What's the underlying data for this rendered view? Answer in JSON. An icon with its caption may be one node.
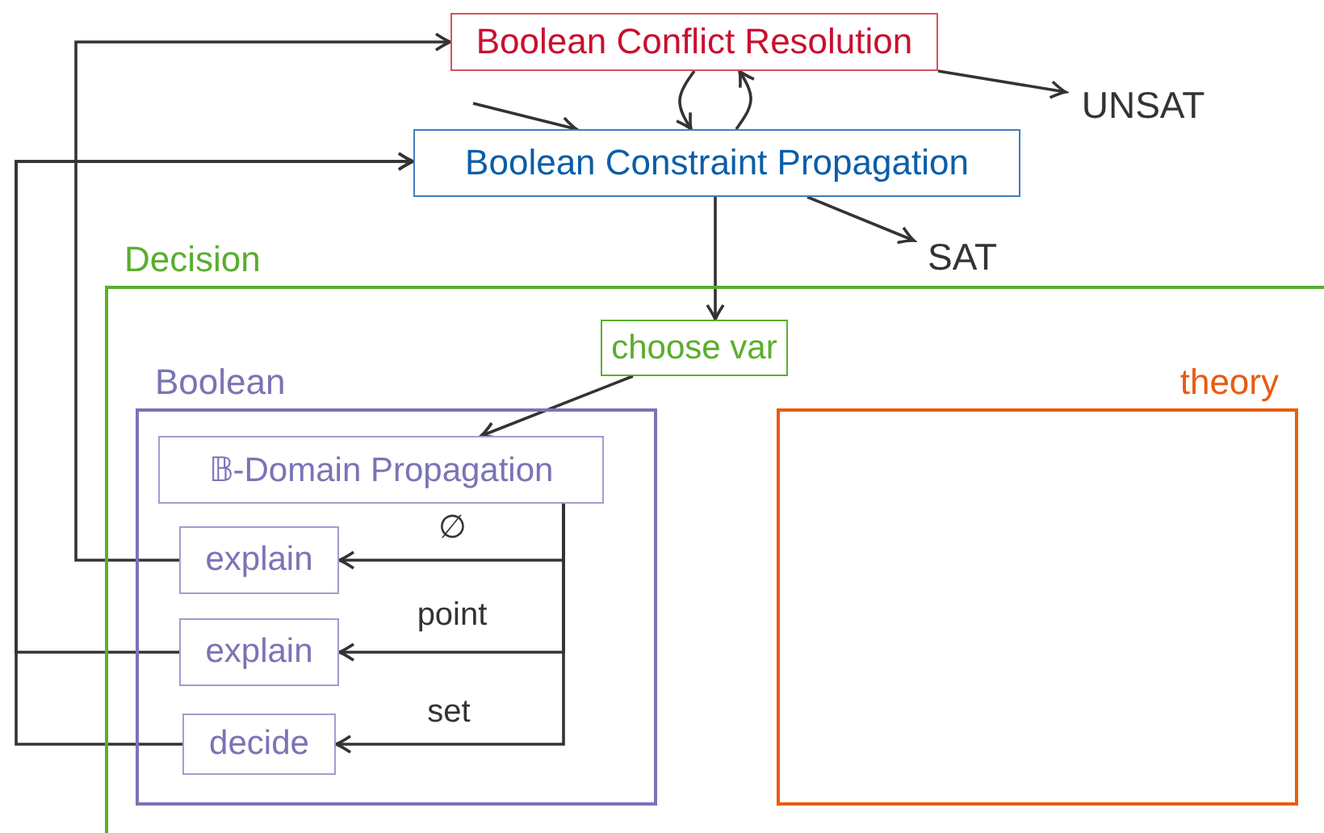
{
  "diagram": {
    "nodes": [
      {
        "text": [
          "Boolean Conflict Resolution"
        ]
      },
      {
        "text": [
          "UNSAT"
        ]
      },
      {
        "text": [
          "Boolean Constraint Propagation"
        ]
      },
      {
        "text": [
          "SAT"
        ]
      },
      {
        "text": [
          "Decision"
        ]
      },
      {
        "text": [
          "choose var"
        ],
        "in": 4
      },
      {
        "text": [
          "Boolean"
        ],
        "in": 4
      },
      {
        "text": [
          "𝔹-Domain Propagation"
        ],
        "in": 6
      },
      {
        "text": [
          "explain"
        ],
        "in": 6
      },
      {
        "text": [
          "explain"
        ],
        "in": 6
      },
      {
        "text": [
          "decide"
        ],
        "in": 6
      },
      {
        "text": [
          "theory"
        ],
        "in": 4
      }
    ],
    "edges": [
      {
        "from": 0,
        "to": 1,
        "arrow": "to"
      },
      {
        "from": 2,
        "to": 3,
        "arrow": "to"
      },
      {
        "from": null,
        "to": 2,
        "arrow": "to"
      },
      {
        "from": 2,
        "to": 0,
        "arrow": "to"
      },
      {
        "from": 0,
        "to": 2,
        "arrow": "to"
      },
      {
        "from": 2,
        "to": 5,
        "arrow": "to"
      },
      {
        "from": 5,
        "to": 7,
        "arrow": "to"
      },
      {
        "from": 7,
        "to": 8,
        "arrow": "to",
        "label": "∅"
      },
      {
        "from": 7,
        "to": 9,
        "arrow": "to",
        "label": "point"
      },
      {
        "from": 7,
        "to": 10,
        "arrow": "to",
        "label": "set"
      },
      {
        "from": 8,
        "to": 0,
        "arrow": "to"
      },
      {
        "from": 9,
        "to": 2,
        "arrow": "to"
      },
      {
        "from": 10,
        "to": 2,
        "arrow": "to"
      }
    ]
  }
}
